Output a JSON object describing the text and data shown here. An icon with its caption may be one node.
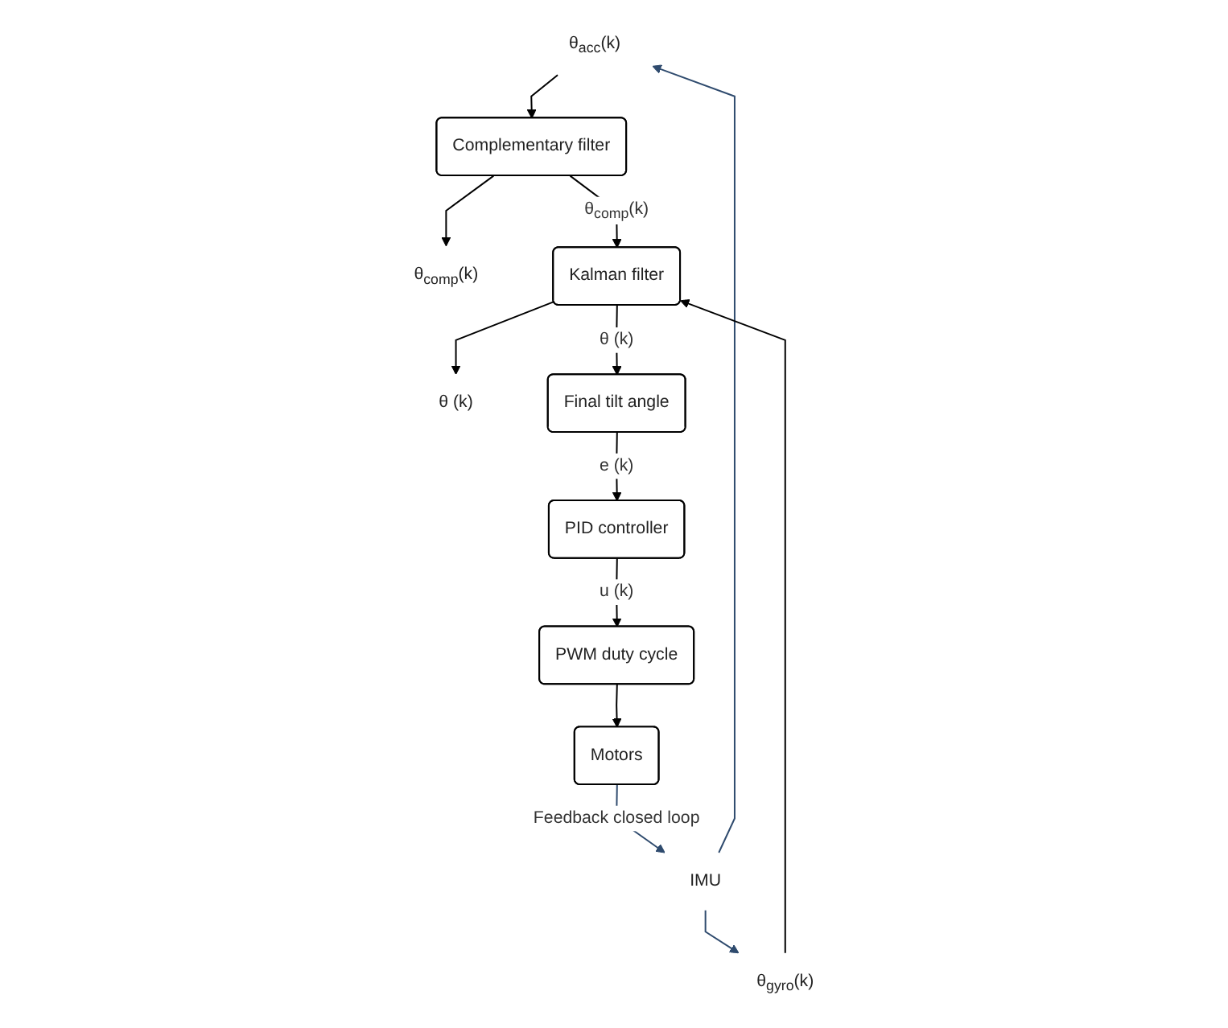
{
  "diagram": {
    "nodes": [
      {
        "text": [
          "θ$_{acc}$(k)"
        ]
      },
      {
        "text": [
          "Complementary filter"
        ]
      },
      {
        "text": [
          "θ$_{comp}$(k)"
        ]
      },
      {
        "text": [
          "IMU"
        ]
      },
      {
        "text": [
          "θ$_{gyro}$(k)"
        ]
      },
      {
        "text": [
          "Kalman filter"
        ]
      },
      {
        "text": [
          "θ (k)"
        ]
      },
      {
        "text": [
          "Final tilt angle"
        ]
      },
      {
        "text": [
          "PID controller"
        ]
      },
      {
        "text": [
          "PWM duty cycle"
        ]
      },
      {
        "text": [
          "Motors"
        ]
      }
    ],
    "edges": [
      {
        "from": 10,
        "to": 3,
        "arrow": "to",
        "label": "Feedback closed loop",
        "color": "#2f4b6e"
      },
      {
        "from": 3,
        "to": 0,
        "arrow": "to",
        "color": "#2f4b6e"
      },
      {
        "from": 3,
        "to": 4,
        "arrow": "to",
        "color": "#2f4b6e"
      },
      {
        "from": 0,
        "to": 1,
        "arrow": "to"
      },
      {
        "from": 4,
        "to": 5,
        "arrow": "to"
      },
      {
        "from": 1,
        "to": 2,
        "arrow": "to"
      },
      {
        "from": 1,
        "to": 5,
        "arrow": "to",
        "label": "θ$_{comp}$(k)"
      },
      {
        "from": 5,
        "to": 6,
        "arrow": "to"
      },
      {
        "from": 5,
        "to": 7,
        "arrow": "to",
        "label": "θ (k)"
      },
      {
        "from": 7,
        "to": 8,
        "arrow": "to",
        "label": "e (k)"
      },
      {
        "from": 8,
        "to": 9,
        "arrow": "to",
        "label": "u (k)"
      },
      {
        "from": 9,
        "to": 10,
        "arrow": "to"
      }
    ]
  }
}
